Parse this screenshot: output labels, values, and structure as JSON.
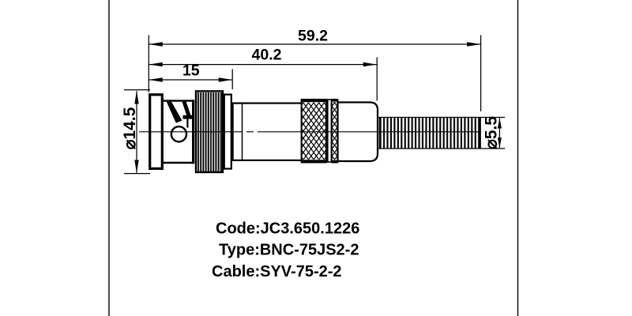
{
  "dims": {
    "total": "59.2",
    "mid": "40.2",
    "front": "15",
    "dia_front": "⌀14.5",
    "dia_spring": "⌀5.5"
  },
  "notes": {
    "code": "Code:JC3.650.1226",
    "type": "Type:BNC-75JS2-2",
    "cable": "Cable:SYV-75-2-2"
  },
  "colors": {
    "line": "#000000",
    "background": "#ffffff"
  }
}
